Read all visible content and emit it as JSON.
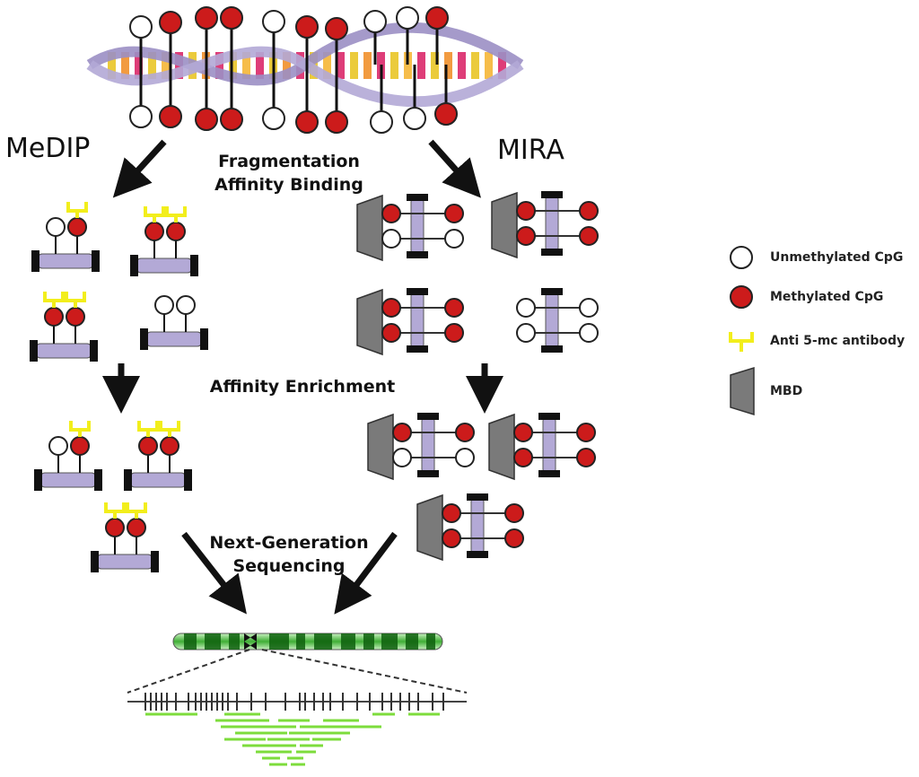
{
  "methods": {
    "left": "MeDIP",
    "right": "MIRA"
  },
  "steps": {
    "fragmentation_line1": "Fragmentation",
    "fragmentation_line2": "Affinity Binding",
    "enrichment": "Affinity Enrichment",
    "sequencing_line1": "Next-Generation",
    "sequencing_line2": "Sequencing"
  },
  "legend": {
    "unmethylated": "Unmethylated CpG",
    "methylated": "Methylated CpG",
    "antibody": "Anti 5-mc antibody",
    "mbd": "MBD"
  },
  "colors": {
    "methylated": "#cc1b1b",
    "unmethylated": "#ffffff",
    "antibody": "#f2ee1c",
    "mbd": "#7a7a7a",
    "dna_backbone": "#9b8fc4",
    "chromosome": "#2f9a2a",
    "reads": "#7ddc3c"
  }
}
